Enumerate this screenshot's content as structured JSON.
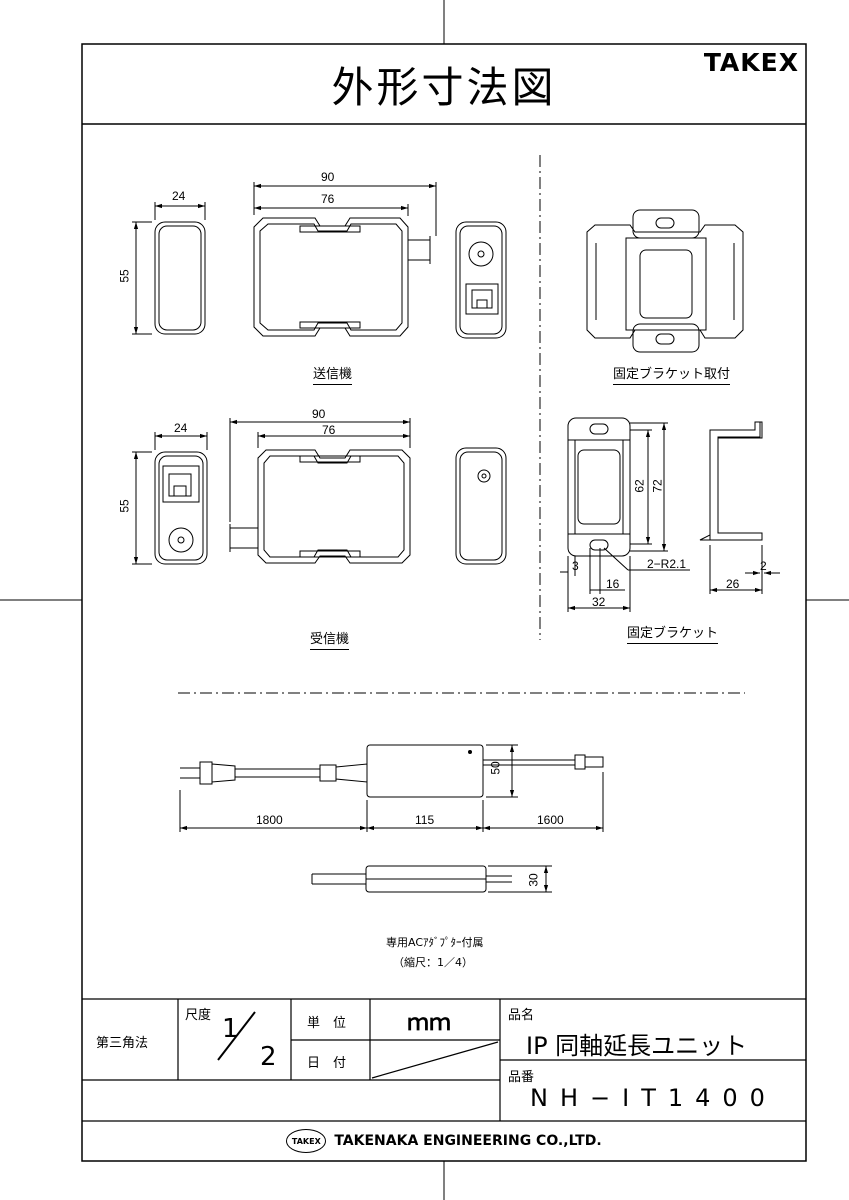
{
  "header": {
    "title": "外形寸法図",
    "brand": "TAKEX"
  },
  "views": {
    "transmitter": {
      "caption": "送信機",
      "dims": {
        "side_w": "24",
        "side_h": "55",
        "overall_w": "90",
        "body_w": "76"
      }
    },
    "receiver": {
      "caption": "受信機",
      "dims": {
        "side_w": "24",
        "side_h": "55",
        "overall_w": "90",
        "body_w": "76"
      }
    },
    "bracket_mounted": {
      "caption": "固定ブラケット取付"
    },
    "bracket": {
      "caption": "固定ブラケット",
      "dims": {
        "h_inner": "62",
        "h_outer": "72",
        "margin": "3",
        "hole_w": "16",
        "radius": "2−R2.1",
        "width": "32",
        "thickness": "2",
        "depth": "26"
      }
    },
    "adapter": {
      "dims": {
        "cord_ac": "1800",
        "body_len": "115",
        "cord_dc": "1600",
        "height": "50",
        "thickness": "30"
      },
      "caption": "専用ACｱﾀﾞﾌﾟﾀｰ付属",
      "scale_note": "（縮尺：1／4）"
    }
  },
  "title_block": {
    "projection": "第三角法",
    "scale_label": "尺度",
    "scale_num": "1",
    "scale_den": "2",
    "unit_label": "単　位",
    "unit_value": "ｍｍ",
    "date_label": "日　付",
    "product_name_label": "品名",
    "product_name": "IP 同軸延長ユニット",
    "product_no_label": "品番",
    "product_no": "NH−IT1400"
  },
  "footer": {
    "logo": "TAKEX",
    "company": "TAKENAKA ENGINEERING CO.,LTD."
  }
}
